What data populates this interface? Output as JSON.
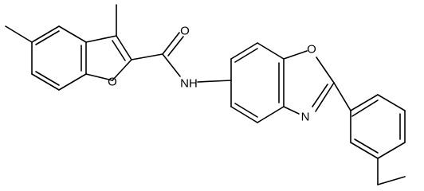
{
  "molecule": {
    "atom_labels": {
      "carbonyl_oxygen": "O",
      "amide_nitrogen": "NH",
      "furan_oxygen": "O",
      "oxazole_oxygen": "O",
      "oxazole_nitrogen": "N"
    },
    "colors": {
      "bond": "#000000",
      "label": "#000000",
      "background": "#ffffff"
    }
  }
}
